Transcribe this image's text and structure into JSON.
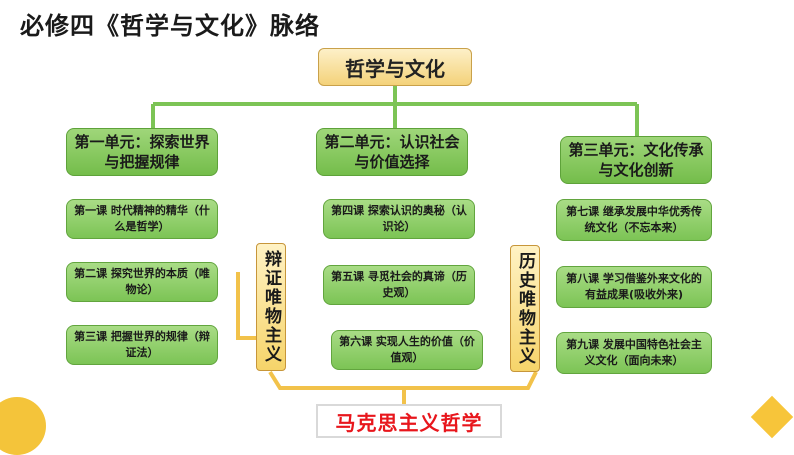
{
  "title": "必修四《哲学与文化》脉络",
  "root": "哲学与文化",
  "units": [
    {
      "label": "第一单元：探索世界与把握规律",
      "lessons": [
        "第一课 时代精神的精华（什么是哲学）",
        "第二课 探究世界的本质（唯物论）",
        "第三课 把握世界的规律（辩证法）"
      ]
    },
    {
      "label": "第二单元：认识社会与价值选择",
      "lessons": [
        "第四课 探索认识的奥秘（认识论）",
        "第五课 寻觅社会的真谛（历史观）",
        "第六课 实现人生的价值（价值观）"
      ]
    },
    {
      "label": "第三单元：文化传承与文化创新",
      "lessons": [
        "第七课 继承发展中华优秀传统文化（不忘本来）",
        "第八课 学习借鉴外来文化的有益成果(吸收外来)",
        "第九课 发展中国特色社会主义文化（面向未来）"
      ]
    }
  ],
  "side_labels": [
    "辩证唯物主义",
    "历史唯物主义"
  ],
  "bottom": "马克思主义哲学",
  "colors": {
    "green": "#7cc455",
    "gold": "#f6d46a",
    "red_text": "#e8161c",
    "line": "#7cc455"
  }
}
